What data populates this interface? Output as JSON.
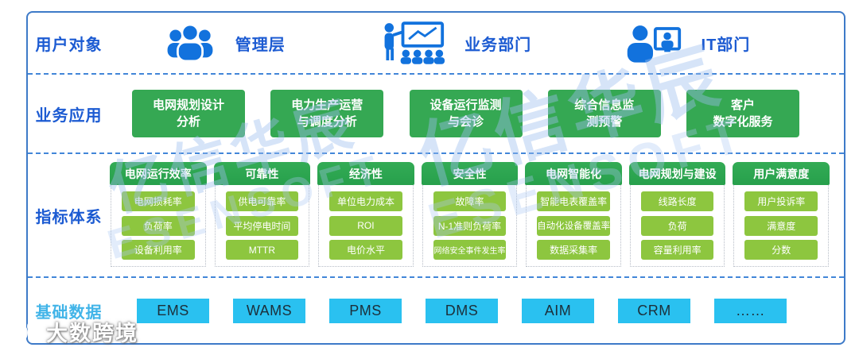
{
  "colors": {
    "accent_blue": "#1c5bd2",
    "icon_blue": "#1272dd",
    "light_blue_label": "#41b4e8",
    "header_green": "#2aa451",
    "item_green": "#8dc63f",
    "app_green": "#35a853",
    "cyan_box": "#2ac1f0",
    "frame_border": "#3d7ac8",
    "watermark_blue": "#9ebeee"
  },
  "users_row": {
    "label": "用户对象",
    "groups": [
      {
        "icon": "management-team-icon",
        "label": "管理层"
      },
      {
        "icon": "presentation-meeting-icon",
        "label": "业务部门"
      },
      {
        "icon": "it-staff-icon",
        "label": "IT部门"
      }
    ]
  },
  "applications_row": {
    "label": "业务应用",
    "boxes": [
      "电网规划设计\n分析",
      "电力生产运营\n与调度分析",
      "设备运行监测\n与会诊",
      "综合信息监\n测预警",
      "客户\n数字化服务"
    ]
  },
  "indicators_row": {
    "label": "指标体系",
    "columns": [
      {
        "header": "电网运行效率",
        "items": [
          "电网损耗率",
          "负荷率",
          "设备利用率"
        ]
      },
      {
        "header": "可靠性",
        "items": [
          "供电可靠率",
          "平均停电时间",
          "MTTR"
        ]
      },
      {
        "header": "经济性",
        "items": [
          "单位电力成本",
          "ROI",
          "电价水平"
        ]
      },
      {
        "header": "安全性",
        "items": [
          "故障率",
          "N-1准则负荷率",
          "网络安全事件发生率"
        ]
      },
      {
        "header": "电网智能化",
        "items": [
          "智能电表覆盖率",
          "自动化设备覆盖率",
          "数据采集率"
        ]
      },
      {
        "header": "电网规划与建设",
        "items": [
          "线路长度",
          "负荷",
          "容量利用率"
        ]
      },
      {
        "header": "用户满意度",
        "items": [
          "用户投诉率",
          "满意度",
          "分数"
        ]
      }
    ]
  },
  "base_data_row": {
    "label": "基础数据",
    "boxes": [
      "EMS",
      "WAMS",
      "PMS",
      "DMS",
      "AIM",
      "CRM",
      "……"
    ]
  },
  "watermarks": {
    "diagonal_text": "亿信华辰",
    "diagonal_subtext": "ESENSOFT",
    "corner_text": "大数跨境"
  }
}
